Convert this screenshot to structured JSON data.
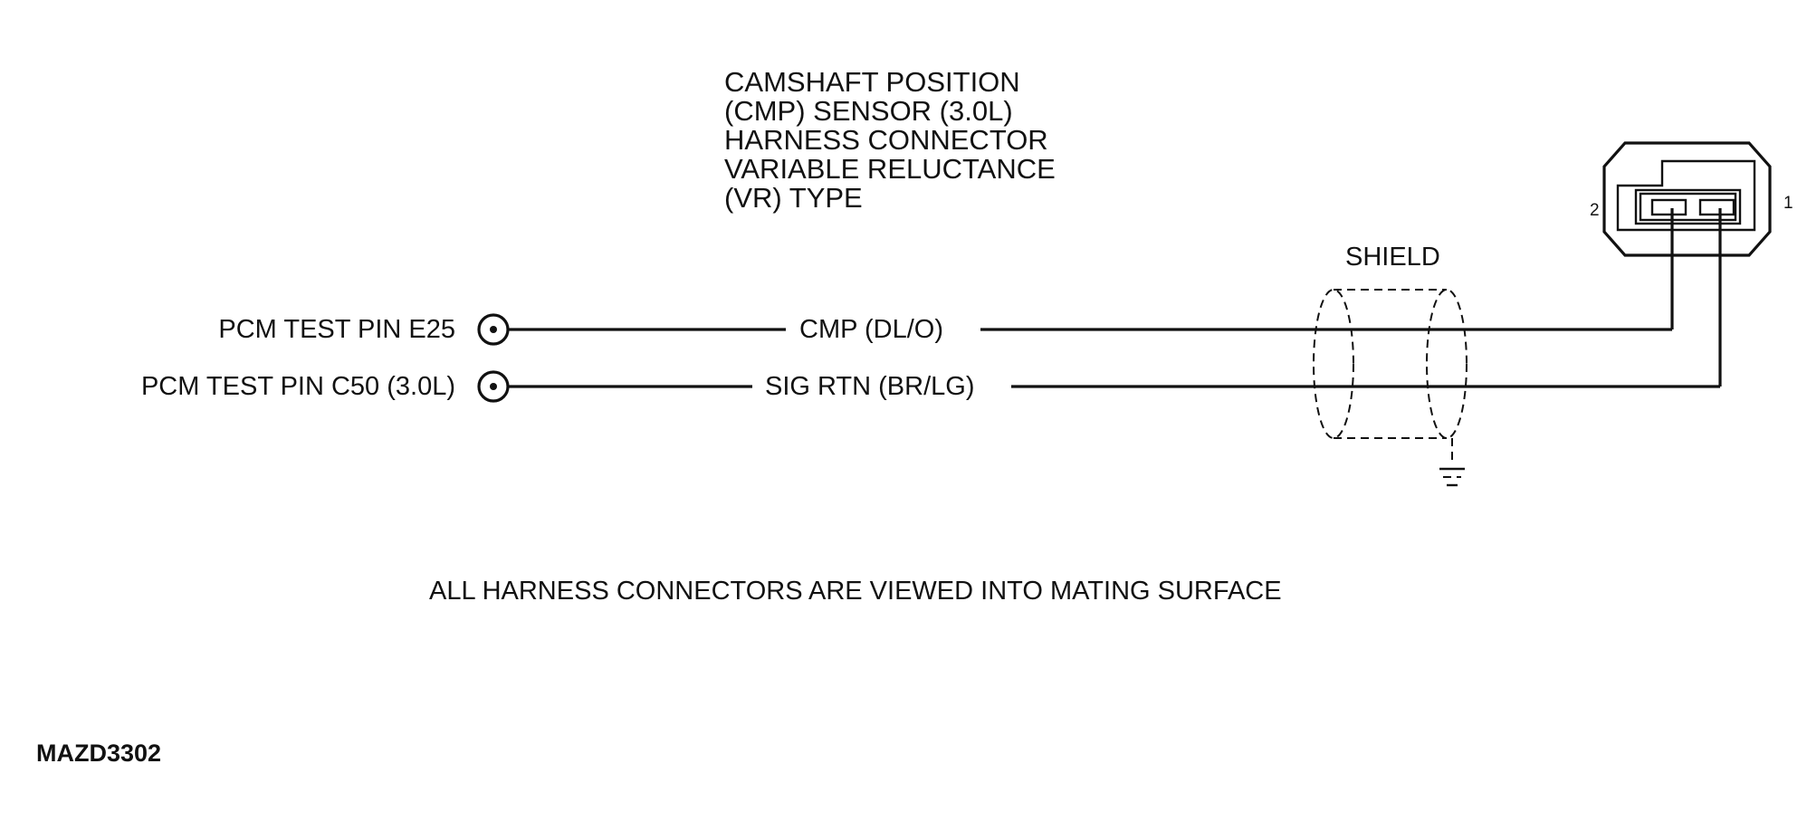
{
  "connector_title": [
    "CAMSHAFT POSITION",
    "(CMP) SENSOR (3.0L)",
    "HARNESS CONNECTOR",
    "VARIABLE RELUCTANCE",
    "(VR) TYPE"
  ],
  "test_pins": [
    {
      "label": "PCM TEST PIN E25"
    },
    {
      "label": "PCM TEST PIN C50 (3.0L)"
    }
  ],
  "circuits": [
    {
      "label": "CMP (DL/O)",
      "connector_pin": "2"
    },
    {
      "label": "SIG RTN (BR/LG)",
      "connector_pin": "1"
    }
  ],
  "shield_label": "SHIELD",
  "connector_pins": {
    "left": "2",
    "right": "1"
  },
  "footnote": "ALL HARNESS CONNECTORS ARE VIEWED INTO MATING SURFACE",
  "figure_code": "MAZD3302"
}
